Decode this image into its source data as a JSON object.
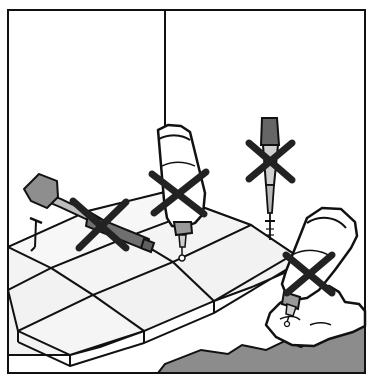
{
  "illustration": {
    "colors": {
      "line": "#111111",
      "cross": "#222222",
      "tile": "#f3f3f3",
      "tile_shadow": "#d9d9d9",
      "liquid": "#ffffff",
      "floor_shadow": "#8c8c8c",
      "metal": "#c9c9c9",
      "handle": "#6f6f6f"
    },
    "icons": [
      "hammer-icon",
      "nail-icon",
      "screwdriver-icon",
      "glue-bottle-icon",
      "cross-mark-icon"
    ],
    "crossed_out_tools": [
      "hammer-and-nail",
      "glue-bottle",
      "screwdriver-and-screw",
      "spilled-liquid-bottle"
    ]
  }
}
